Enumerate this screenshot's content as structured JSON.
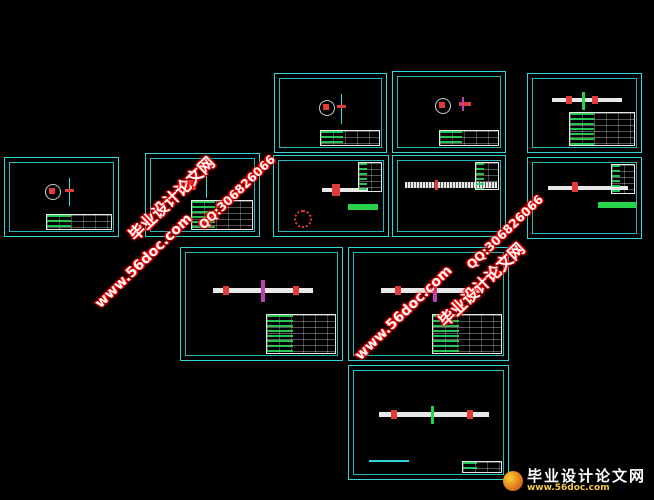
{
  "watermarks": {
    "site_url": "www.56doc.com",
    "qq": "QQ:306826066",
    "site_name": "毕业设计论文网"
  },
  "brand": {
    "name": "毕业设计论文网",
    "url": "www.56doc.com"
  },
  "colors": {
    "background": "#000000",
    "sheet_border": "#2fd7d7",
    "titleblock": "#e8e8e8",
    "table_fill": "#28d85a",
    "accent_red": "#e23b3b",
    "accent_magenta": "#c23fb0"
  },
  "icons": {
    "brand_logo": "globe-logo-icon"
  }
}
